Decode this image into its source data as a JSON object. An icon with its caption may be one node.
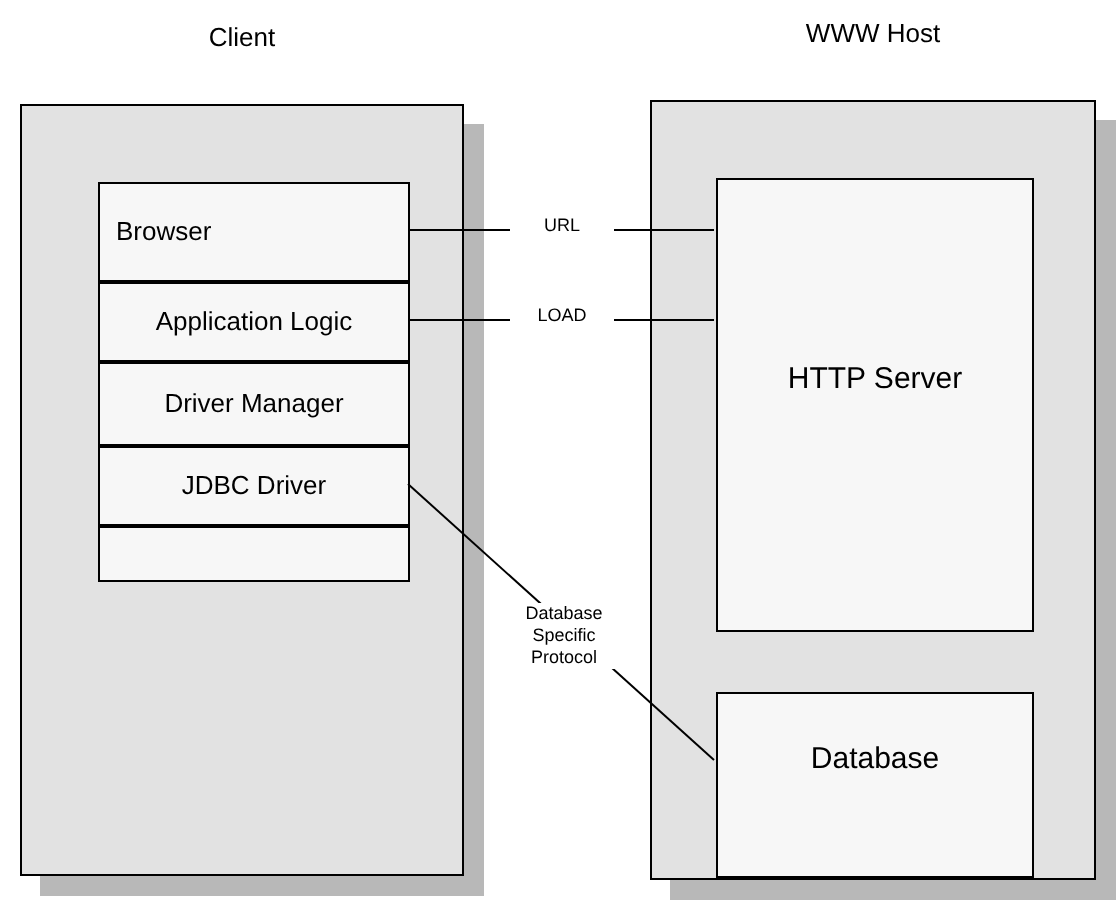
{
  "diagram": {
    "nodes": [
      {
        "text": [
          "Client"
        ]
      },
      {
        "text": [
          "Browser"
        ],
        "in": 0
      },
      {
        "text": [
          "Application Logic"
        ],
        "in": 0
      },
      {
        "text": [
          "Driver Manager"
        ],
        "in": 0
      },
      {
        "text": [
          "JDBC Driver"
        ],
        "in": 0
      },
      {
        "text": [],
        "shape": "box",
        "in": 0
      },
      {
        "text": [
          "WWW Host"
        ]
      },
      {
        "text": [
          "HTTP Server"
        ],
        "in": 6
      },
      {
        "text": [
          "Database"
        ],
        "in": 6
      }
    ],
    "edges": [
      {
        "from": 1,
        "to": 7,
        "arrow": "none",
        "label": "URL"
      },
      {
        "from": 2,
        "to": 7,
        "arrow": "none",
        "label": "LOAD"
      },
      {
        "from": 4,
        "to": 8,
        "arrow": "none",
        "label": "Database Specific Protocol"
      }
    ]
  }
}
